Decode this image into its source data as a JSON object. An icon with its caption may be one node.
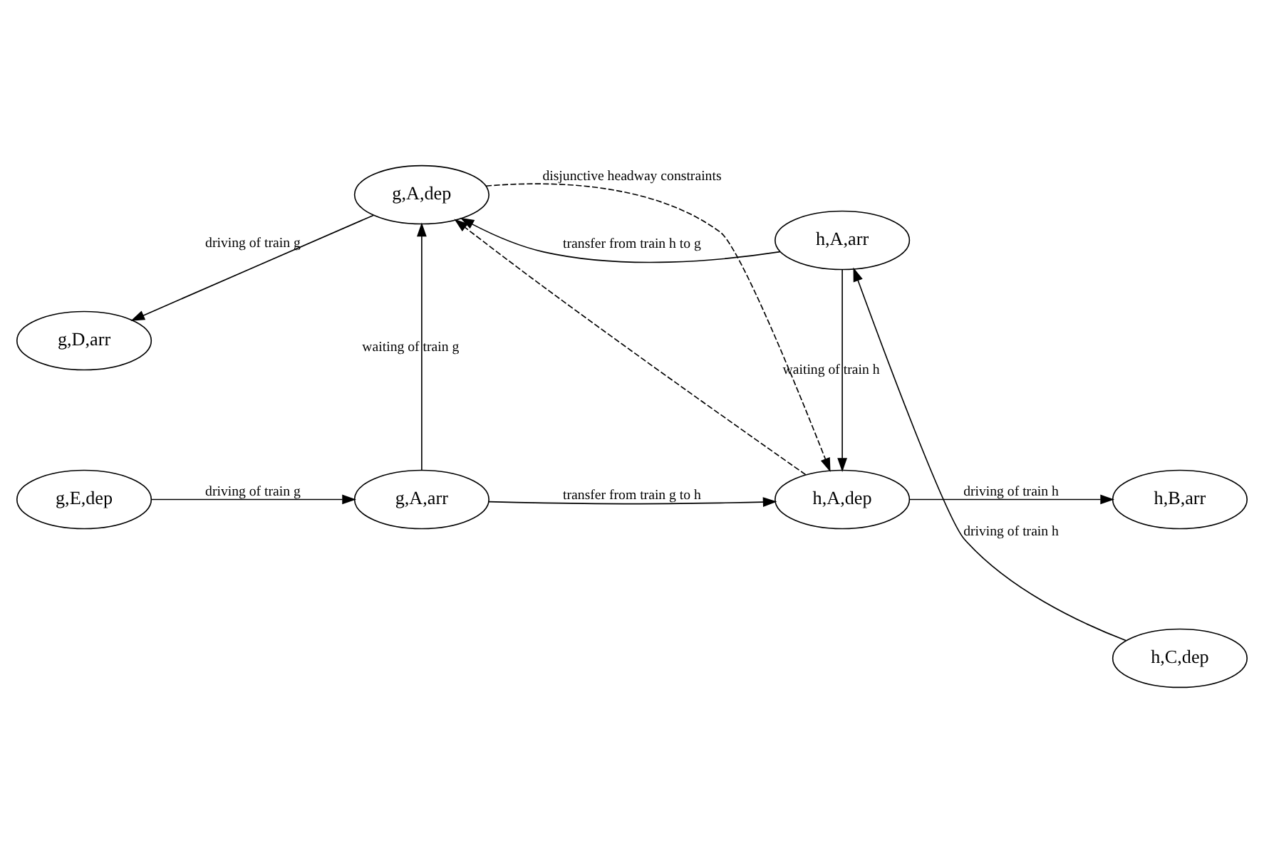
{
  "diagram": {
    "nodes": [
      {
        "text": [
          "g,D,arr"
        ]
      },
      {
        "text": [
          "h,C,dep"
        ]
      },
      {
        "text": [
          "g,A,dep"
        ]
      },
      {
        "text": [
          "h,A,arr"
        ]
      },
      {
        "text": [
          "g,A,arr"
        ]
      },
      {
        "text": [
          "h,A,dep"
        ]
      },
      {
        "text": [
          "g,E,dep"
        ]
      },
      {
        "text": [
          "h,B,arr"
        ]
      }
    ],
    "edges": [
      {
        "from": 2,
        "to": 0,
        "arrow": "to",
        "label": "driving of train g"
      },
      {
        "from": 1,
        "to": 3,
        "arrow": "to",
        "label": "driving of train h"
      },
      {
        "from": 3,
        "to": 2,
        "arrow": "to",
        "label": "transfer from train h to g"
      },
      {
        "from": 4,
        "to": 2,
        "arrow": "to",
        "label": "waiting of train g"
      },
      {
        "from": 3,
        "to": 5,
        "arrow": "to",
        "label": "waiting of train h"
      },
      {
        "from": 2,
        "to": 5,
        "arrow": "to",
        "style": "dashed",
        "label": "disjunctive headway constraints"
      },
      {
        "from": 5,
        "to": 2,
        "arrow": "to",
        "style": "dashed"
      },
      {
        "from": 4,
        "to": 5,
        "arrow": "to",
        "label": "transfer from train g to h"
      },
      {
        "from": 6,
        "to": 4,
        "arrow": "to",
        "label": "driving of train g"
      },
      {
        "from": 5,
        "to": 7,
        "arrow": "to",
        "label": "driving of train h"
      }
    ]
  }
}
